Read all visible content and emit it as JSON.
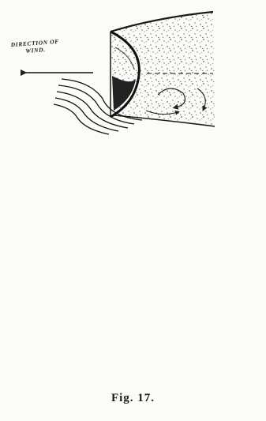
{
  "figure": {
    "direction_label_line1": "DIRECTION OF",
    "direction_label_line2": "WIND.",
    "caption": "Fig. 17."
  }
}
